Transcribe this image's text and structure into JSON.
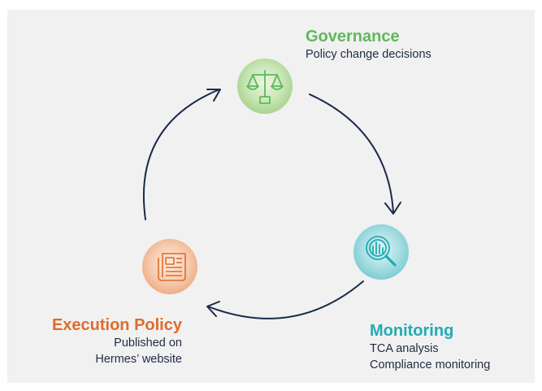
{
  "nodes": {
    "governance": {
      "title": "Governance",
      "lines": [
        "Policy change decisions"
      ],
      "color": "#5fb85c",
      "icon": "scales-icon"
    },
    "monitoring": {
      "title": "Monitoring",
      "lines": [
        "TCA analysis",
        "Compliance monitoring"
      ],
      "color": "#22aab5",
      "icon": "magnifier-chart-icon"
    },
    "execution": {
      "title": "Execution Policy",
      "lines": [
        "Published on",
        "Hermes’ website"
      ],
      "color": "#e06b2a",
      "icon": "document-icon"
    }
  },
  "arrow_color": "#1b2a4a",
  "background": "#f1f1f1"
}
